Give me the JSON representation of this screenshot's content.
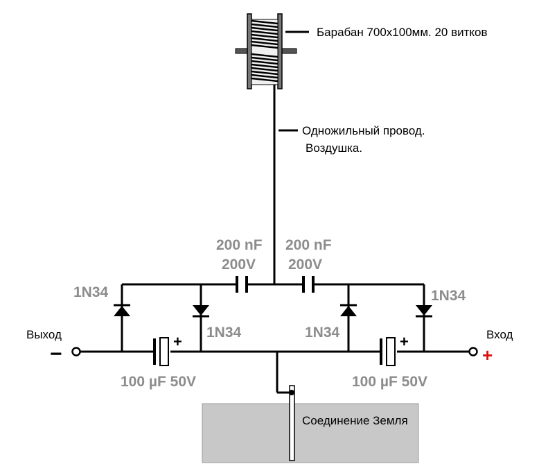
{
  "labels": {
    "drum": "Барабан 700x100мм. 20 витков",
    "wire_line1": "Одножильный провод.",
    "wire_line2": "Воздушка.",
    "output": "Выход",
    "input": "Вход",
    "ground": "Соединение Земля"
  },
  "components": {
    "cap_left_value": "200 nF",
    "cap_left_voltage": "200V",
    "cap_right_value": "200 nF",
    "cap_right_voltage": "200V",
    "diode_1": "1N34",
    "diode_2": "1N34",
    "diode_3": "1N34",
    "diode_4": "1N34",
    "elcap_left": "100 µF 50V",
    "elcap_right": "100 µF 50V"
  },
  "symbols": {
    "minus": "−",
    "plus_small_left": "+",
    "plus_small_right": "+",
    "plus_input": "+"
  },
  "colors": {
    "wire": "#000000",
    "component_text": "#8c8c8c",
    "ground_fill": "#c8c8c8",
    "input_plus": "#e01010"
  }
}
